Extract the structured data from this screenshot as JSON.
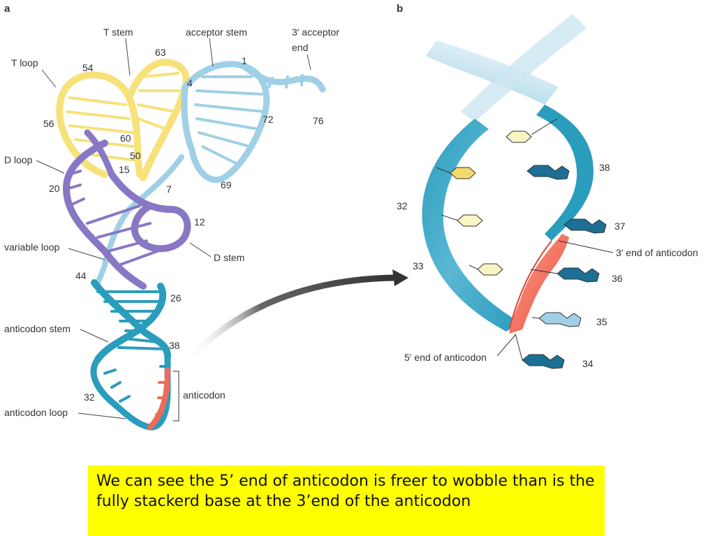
{
  "panel_a": {
    "letter": "a",
    "labels": {
      "t_stem": "T stem",
      "acceptor_stem": "acceptor stem",
      "acceptor_end_line1": "3′ acceptor",
      "acceptor_end_line2": "end",
      "t_loop": "T loop",
      "d_loop": "D loop",
      "variable_loop": "variable loop",
      "d_stem": "D stem",
      "anticodon_stem": "anticodon stem",
      "anticodon_loop": "anticodon loop",
      "anticodon": "anticodon"
    },
    "numbers": {
      "n63": "63",
      "n1": "1",
      "n54": "54",
      "n4": "4",
      "n72": "72",
      "n76": "76",
      "n56": "56",
      "n60": "60",
      "n50": "50",
      "n15": "15",
      "n20": "20",
      "n7": "7",
      "n69": "69",
      "n12": "12",
      "n44": "44",
      "n26": "26",
      "n38": "38",
      "n32": "32"
    }
  },
  "panel_b": {
    "letter": "b",
    "labels": {
      "three_prime_end": "3′ end of anticodon",
      "five_prime_end": "5′ end of anticodon"
    },
    "numbers": {
      "n38": "38",
      "n32": "32",
      "n37": "37",
      "n33": "33",
      "n36": "36",
      "n35": "35",
      "n34": "34"
    }
  },
  "caption": {
    "text": "We can see the 5’ end of anticodon is freer to wobble than is the fully stackerd base at the 3’end of the anticodon"
  },
  "colors": {
    "t_arm": "#f7e27a",
    "acceptor": "#9fd0e6",
    "d_arm": "#8877c4",
    "anticodon_arm": "#2a9dbd",
    "anticodon_bases": "#f06b5a",
    "dark_base": "#1c6f95",
    "caption_background": "#ffff00"
  }
}
